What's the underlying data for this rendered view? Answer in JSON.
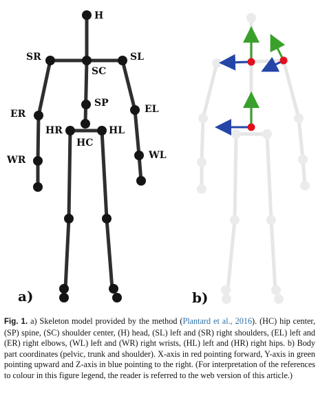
{
  "figure": {
    "panel_a": {
      "label": "a)",
      "joints": [
        "H",
        "SL",
        "SR",
        "SC",
        "SP",
        "EL",
        "ER",
        "HR",
        "HL",
        "HC",
        "WL",
        "WR"
      ]
    },
    "panel_b": {
      "label": "b)",
      "axes_colors": {
        "x": "#e0101e",
        "y": "#3aa02c",
        "z": "#2446a8"
      }
    }
  },
  "caption": {
    "label": "Fig. 1.",
    "text_1": " a) Skeleton model provided by the method (",
    "citation": "Plantard et al., 2016",
    "text_2": "). (HC) hip center, (SP) spine, (SC) shoulder center, (H) head, (SL) left and (SR) right shoulders, (EL) left and (ER) right elbows, (WL) left and (WR) right wrists, (HL) left and (HR) right hips. b) Body part coordinates (pelvic, trunk and shoulder). X-axis in red pointing forward, Y-axis in green pointing upward and Z-axis in blue pointing to the right. (For interpretation of the references to colour in this figure legend, the reader is referred to the web version of this article.)"
  }
}
